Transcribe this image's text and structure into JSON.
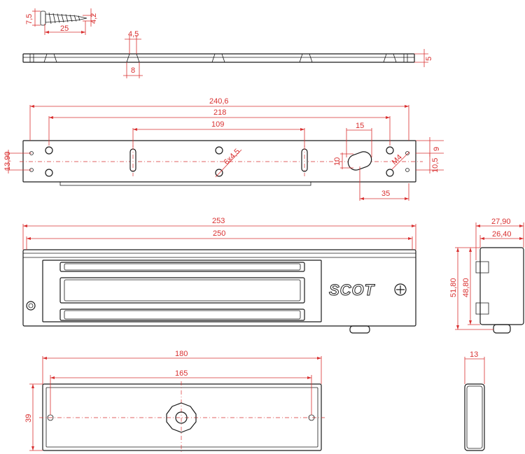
{
  "logo": "SCOT",
  "dimensions": {
    "screw_head": "7,5",
    "screw_length": "25",
    "screw_dia": "4,2",
    "bracket_slot_width": "4,5",
    "bracket_slot_base": "8",
    "bracket_thickness": "5",
    "plate_overall": "240,6",
    "plate_holes": "218",
    "plate_slots": "109",
    "plate_oval": "15",
    "plate_screw_label": "6x4,5",
    "plate_thread_label": "M4",
    "plate_oval_height": "10",
    "plate_oval_offset": "35",
    "plate_width": "13,90",
    "plate_top_offset": "9",
    "plate_hole_offset": "10,5",
    "magnet_overall": "253",
    "magnet_body": "250",
    "side_depth_total": "27,90",
    "side_depth_body": "26,40",
    "side_height_total": "51,80",
    "side_height_body": "48,80",
    "armature_length": "180",
    "armature_holes": "165",
    "armature_height": "39",
    "armature_thickness": "13"
  }
}
